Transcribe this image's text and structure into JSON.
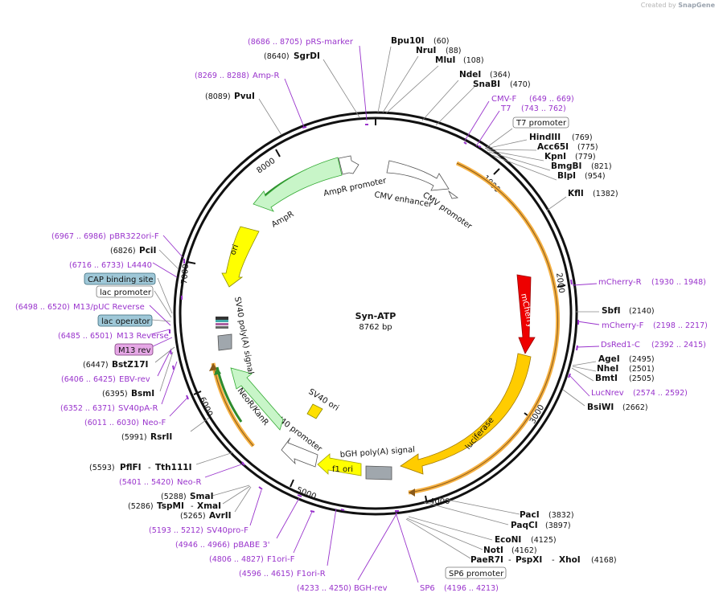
{
  "brand": {
    "created_by": "Created by",
    "app": "SnapGene"
  },
  "plasmid": {
    "name": "Syn-ATP",
    "size": "8762 bp"
  },
  "ticks": [
    "1000",
    "2000",
    "3000",
    "4000",
    "5000",
    "6000",
    "7000",
    "8000"
  ],
  "features": {
    "mcherry": "mCherry",
    "luciferase": "luciferase",
    "bgh": "bGH poly(A) signal",
    "f1": "f1 ori",
    "sv40p": "SV40 promoter",
    "neo": "NeoR/KanR",
    "sv40ori": "SV40 ori",
    "sv40pa": "SV40 poly(A) signal",
    "ori": "ori",
    "ampr": "AmpR",
    "amprp": "AmpR promoter",
    "cmve": "CMV enhancer",
    "cmvp": "CMV promoter"
  },
  "labels": [
    {
      "name": "pRS-marker",
      "coord": "(8686 .. 8705)",
      "primer": true
    },
    {
      "name": "SgrDI",
      "coord": "(8640)",
      "primer": false
    },
    {
      "name": "Amp-R",
      "coord": "(8269 .. 8288)",
      "primer": true
    },
    {
      "name": "PvuI",
      "coord": "(8089)",
      "primer": false
    },
    {
      "name": "Bpu10I",
      "coord": "(60)",
      "primer": false
    },
    {
      "name": "NruI",
      "coord": "(88)",
      "primer": false
    },
    {
      "name": "MluI",
      "coord": "(108)",
      "primer": false
    },
    {
      "name": "NdeI",
      "coord": "(364)",
      "primer": false
    },
    {
      "name": "SnaBI",
      "coord": "(470)",
      "primer": false
    },
    {
      "name": "CMV-F",
      "coord": "(649 .. 669)",
      "primer": true
    },
    {
      "name": "T7",
      "coord": "(743 .. 762)",
      "primer": true
    },
    {
      "name": "T7 promoter",
      "coord": "",
      "primer": false
    },
    {
      "name": "HindIII",
      "coord": "(769)",
      "primer": false
    },
    {
      "name": "Acc65I",
      "coord": "(775)",
      "primer": false
    },
    {
      "name": "KpnI",
      "coord": "(779)",
      "primer": false
    },
    {
      "name": "BmgBI",
      "coord": "(821)",
      "primer": false
    },
    {
      "name": "BlpI",
      "coord": "(954)",
      "primer": false
    },
    {
      "name": "KflI",
      "coord": "(1382)",
      "primer": false
    },
    {
      "name": "mCherry-R",
      "coord": "(1930 .. 1948)",
      "primer": true
    },
    {
      "name": "SbfI",
      "coord": "(2140)",
      "primer": false
    },
    {
      "name": "mCherry-F",
      "coord": "(2198 .. 2217)",
      "primer": true
    },
    {
      "name": "DsRed1-C",
      "coord": "(2392 .. 2415)",
      "primer": true
    },
    {
      "name": "AgeI",
      "coord": "(2495)",
      "primer": false
    },
    {
      "name": "NheI",
      "coord": "(2501)",
      "primer": false
    },
    {
      "name": "BmtI",
      "coord": "(2505)",
      "primer": false
    },
    {
      "name": "LucNrev",
      "coord": "(2574 .. 2592)",
      "primer": true
    },
    {
      "name": "BsiWI",
      "coord": "(2662)",
      "primer": false
    },
    {
      "name": "PacI",
      "coord": "(3832)",
      "primer": false
    },
    {
      "name": "PaqCI",
      "coord": "(3897)",
      "primer": false
    },
    {
      "name": "EcoNI",
      "coord": "(4125)",
      "primer": false
    },
    {
      "name": "NotI",
      "coord": "(4162)",
      "primer": false
    },
    {
      "name": "PaeR7I",
      "coord": "",
      "primer": false
    },
    {
      "name": "PspXI",
      "coord": "",
      "primer": false
    },
    {
      "name": "XhoI",
      "coord": "(4168)",
      "primer": false
    },
    {
      "name": "SP6 promoter",
      "coord": "",
      "primer": false
    },
    {
      "name": "SP6",
      "coord": "(4196 .. 4213)",
      "primer": true
    },
    {
      "name": "BGH-rev",
      "coord": "(4233 .. 4250)",
      "primer": true
    },
    {
      "name": "F1ori-R",
      "coord": "(4596 .. 4615)",
      "primer": true
    },
    {
      "name": "F1ori-F",
      "coord": "(4806 .. 4827)",
      "primer": true
    },
    {
      "name": "pBABE 3'",
      "coord": "(4946 .. 4966)",
      "primer": true
    },
    {
      "name": "SV40pro-F",
      "coord": "(5193 .. 5212)",
      "primer": true
    },
    {
      "name": "AvrII",
      "coord": "(5265)",
      "primer": false
    },
    {
      "name": "TspMI",
      "coord": "(5286)",
      "primer": false
    },
    {
      "name": "XmaI",
      "coord": "",
      "primer": false
    },
    {
      "name": "SmaI",
      "coord": "(5288)",
      "primer": false
    },
    {
      "name": "Neo-R",
      "coord": "(5401 .. 5420)",
      "primer": true
    },
    {
      "name": "PflFI",
      "coord": "(5593)",
      "primer": false
    },
    {
      "name": "Tth111I",
      "coord": "",
      "primer": false
    },
    {
      "name": "RsrII",
      "coord": "(5991)",
      "primer": false
    },
    {
      "name": "Neo-F",
      "coord": "(6011 .. 6030)",
      "primer": true
    },
    {
      "name": "SV40pA-R",
      "coord": "(6352 .. 6371)",
      "primer": true
    },
    {
      "name": "BsmI",
      "coord": "(6395)",
      "primer": false
    },
    {
      "name": "EBV-rev",
      "coord": "(6406 .. 6425)",
      "primer": true
    },
    {
      "name": "BstZ17I",
      "coord": "(6447)",
      "primer": false
    },
    {
      "name": "M13 rev",
      "coord": "",
      "primer": false
    },
    {
      "name": "M13 Reverse",
      "coord": "(6485 .. 6501)",
      "primer": true
    },
    {
      "name": "lac operator",
      "coord": "",
      "primer": false
    },
    {
      "name": "M13/pUC Reverse",
      "coord": "(6498 .. 6520)",
      "primer": true
    },
    {
      "name": "lac promoter",
      "coord": "",
      "primer": false
    },
    {
      "name": "CAP binding site",
      "coord": "",
      "primer": false
    },
    {
      "name": "L4440",
      "coord": "(6716 .. 6733)",
      "primer": true
    },
    {
      "name": "PciI",
      "coord": "(6826)",
      "primer": false
    },
    {
      "name": "pBR322ori-F",
      "coord": "(6967 .. 6986)",
      "primer": true
    }
  ]
}
